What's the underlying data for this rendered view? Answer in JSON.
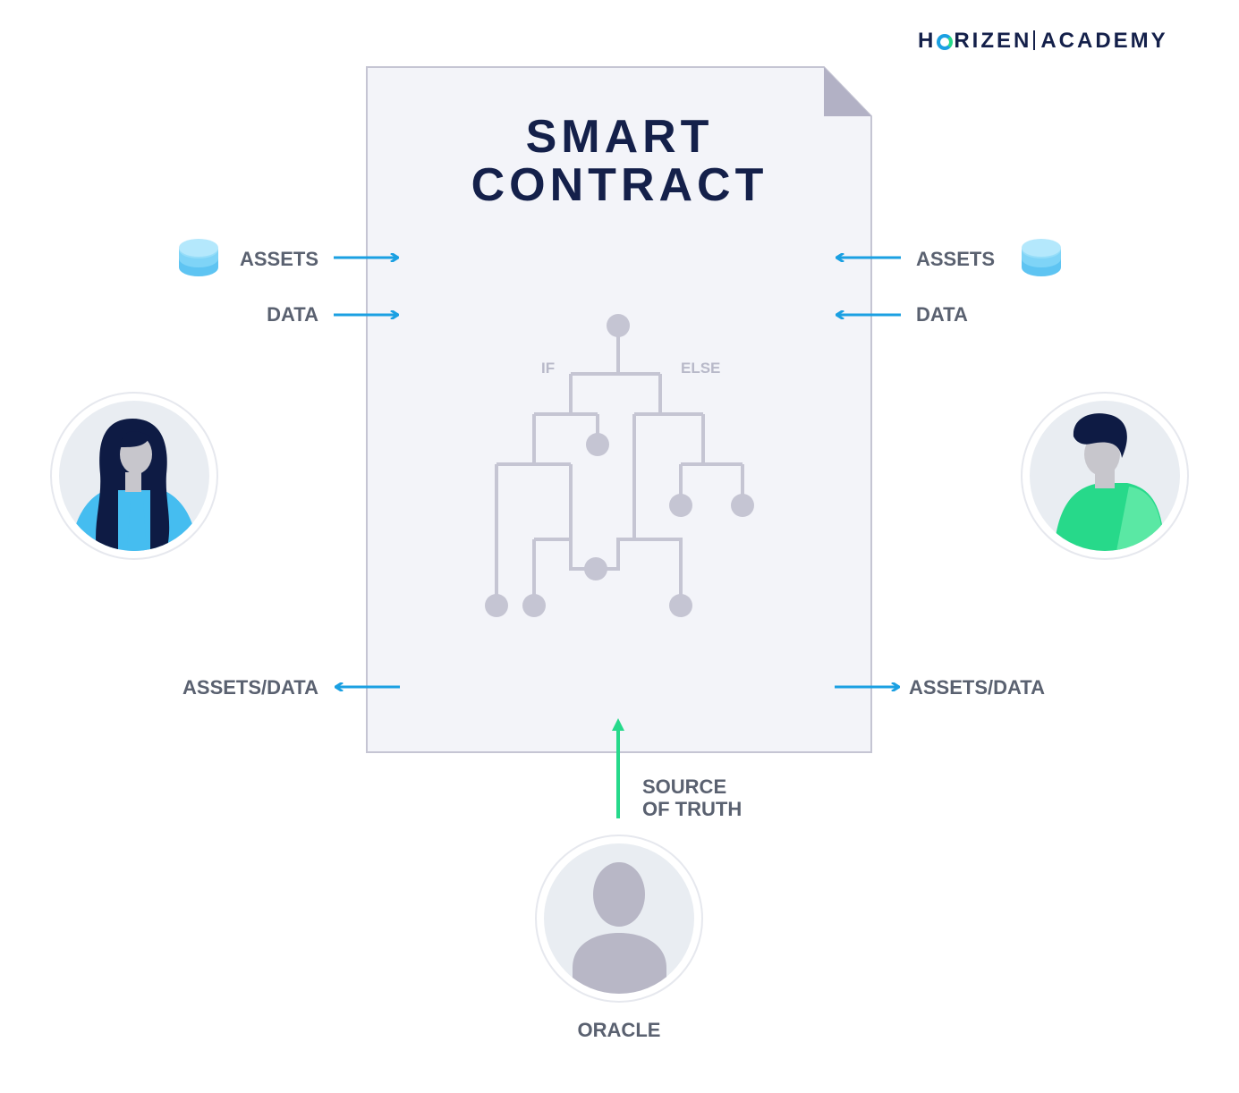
{
  "logo": {
    "left": "H",
    "ring_letter": "O",
    "rest": "RIZEN",
    "academy": "ACADEMY"
  },
  "document": {
    "title_line1": "SMART",
    "title_line2": "CONTRACT"
  },
  "tree": {
    "if_label": "IF",
    "else_label": "ELSE"
  },
  "left": {
    "assets": "ASSETS",
    "data": "DATA",
    "output": "ASSETS/DATA"
  },
  "right": {
    "assets": "ASSETS",
    "data": "DATA",
    "output": "ASSETS/DATA"
  },
  "oracle": {
    "source_line1": "SOURCE",
    "source_line2": "OF TRUTH",
    "label": "ORACLE"
  },
  "colors": {
    "arrow_blue": "#1ba0e2",
    "arrow_green": "#26d98b",
    "navy": "#14204a",
    "doc_fill": "#f3f4f9",
    "tree_gray": "#c5c5d3"
  }
}
